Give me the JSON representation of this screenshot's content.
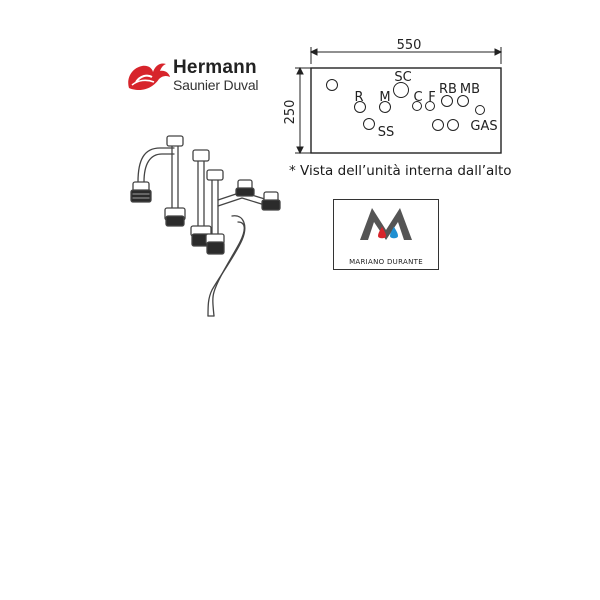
{
  "brand": {
    "name": "Hermann",
    "subname": "Saunier Duval",
    "accent_color": "#d7242b"
  },
  "diagram": {
    "width_label": "550",
    "height_label": "250",
    "connections": [
      {
        "label": "SC"
      },
      {
        "label": "R"
      },
      {
        "label": "M"
      },
      {
        "label": "C"
      },
      {
        "label": "F"
      },
      {
        "label": "RB"
      },
      {
        "label": "MB"
      },
      {
        "label": "GAS"
      },
      {
        "label": "SS"
      }
    ],
    "caption": "* Vista dell’unità interna dall’alto"
  },
  "badge": {
    "text": "MARIANO DURANTE",
    "hot_color": "#d7242b",
    "cold_color": "#1f8fd1",
    "mark_color": "#555555"
  }
}
